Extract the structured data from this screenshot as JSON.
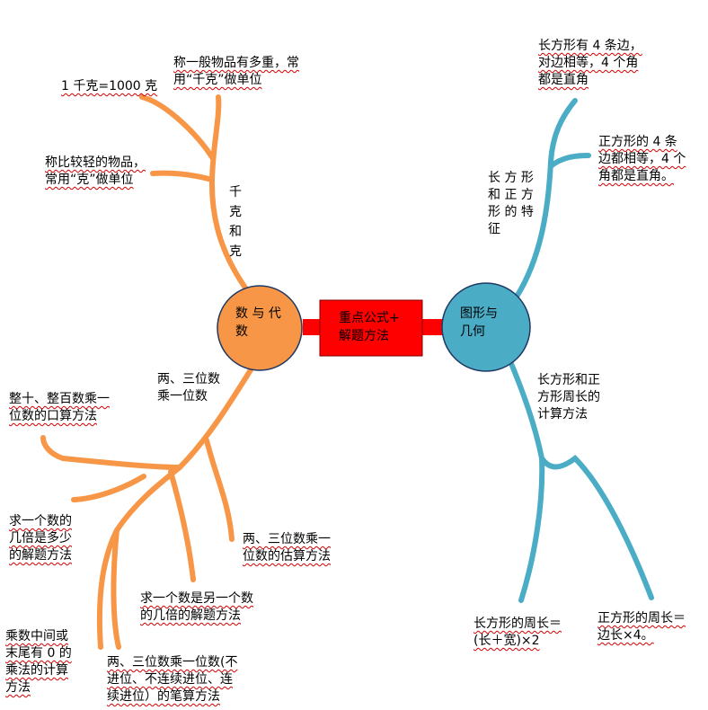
{
  "colors": {
    "orange": "#f79646",
    "blue": "#4bacc6",
    "red": "#ff0000",
    "underline": "#d40000"
  },
  "center": {
    "title_line1": "重点公式+",
    "title_line2": "解题方法"
  },
  "left_node": {
    "line1": "数 与 代",
    "line2": "数"
  },
  "right_node": {
    "line1": "图形与",
    "line2": "几何"
  },
  "left_top": {
    "branch_label": "千克和克",
    "items": [
      {
        "lines": [
          "1 千克=1000 克"
        ]
      },
      {
        "lines": [
          "称一般物品有多重，常",
          "用“千克”做单位"
        ]
      },
      {
        "lines": [
          "称比较轻的物品，",
          "常用“克”做单位"
        ]
      }
    ]
  },
  "left_bottom": {
    "branch_label": [
      "两、三位数",
      "乘一位数"
    ],
    "items": [
      {
        "lines": [
          "整十、整百数乘一",
          "位数的口算方法"
        ]
      },
      {
        "lines": [
          "求一个数的",
          "几倍是多少",
          "的解题方法"
        ]
      },
      {
        "lines": [
          "两、三位数乘一",
          "位数的估算方法"
        ]
      },
      {
        "lines": [
          "求一个数是另一个数",
          "的几倍的解题方法"
        ]
      },
      {
        "lines": [
          "乘数中间或",
          "末尾有 0 的",
          "乘法的计算",
          "方法"
        ]
      },
      {
        "lines": [
          "两、三位数乘一位数(不",
          "进位、不连续进位、连",
          "续进位）的笔算方法"
        ]
      }
    ]
  },
  "right_top": {
    "branch_label": [
      "长 方 形",
      "和 正 方",
      "形 的 特",
      "征"
    ],
    "items": [
      {
        "lines": [
          "长方形有 4 条边，",
          "对边相等，4 个角",
          "都是直角"
        ]
      },
      {
        "lines": [
          "正方形的 4 条",
          "边都相等，4 个",
          "角都是直角。"
        ]
      }
    ]
  },
  "right_bottom": {
    "branch_label": [
      "长方形和正",
      "方形周长的",
      "计算方法"
    ],
    "items": [
      {
        "lines": [
          "长方形的周长＝",
          "(长＋宽)×2"
        ]
      },
      {
        "lines": [
          "正方形的周长＝",
          "边长×4。"
        ]
      }
    ]
  }
}
